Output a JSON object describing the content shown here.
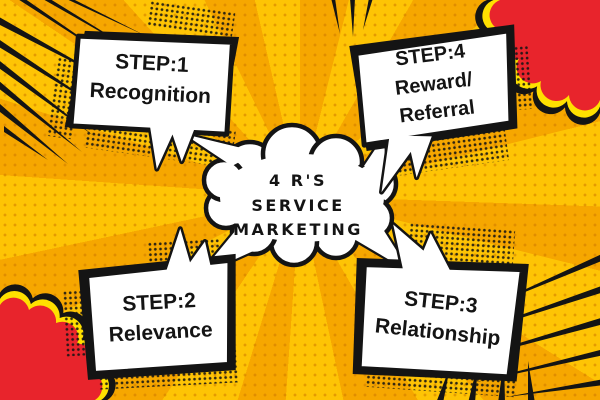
{
  "diagram": {
    "center": {
      "lines": [
        "4 R'S",
        "SERVICE",
        "MARKETING"
      ]
    },
    "steps": [
      {
        "step": "STEP:1",
        "lines": [
          "Recognition"
        ]
      },
      {
        "step": "STEP:2",
        "lines": [
          "Relevance"
        ]
      },
      {
        "step": "STEP:3",
        "lines": [
          "Relationship"
        ]
      },
      {
        "step": "STEP:4",
        "lines": [
          "Reward/",
          "Referral"
        ]
      }
    ],
    "colors": {
      "background_orange": "#F6A700",
      "ray_yellow": "#FEC405",
      "halftone_dot": "#CD7800",
      "burst_red": "#E8242C",
      "burst_yellow_rim": "#FFE000",
      "bubble_fill": "#FFFFFF",
      "outline_black": "#141414"
    }
  }
}
